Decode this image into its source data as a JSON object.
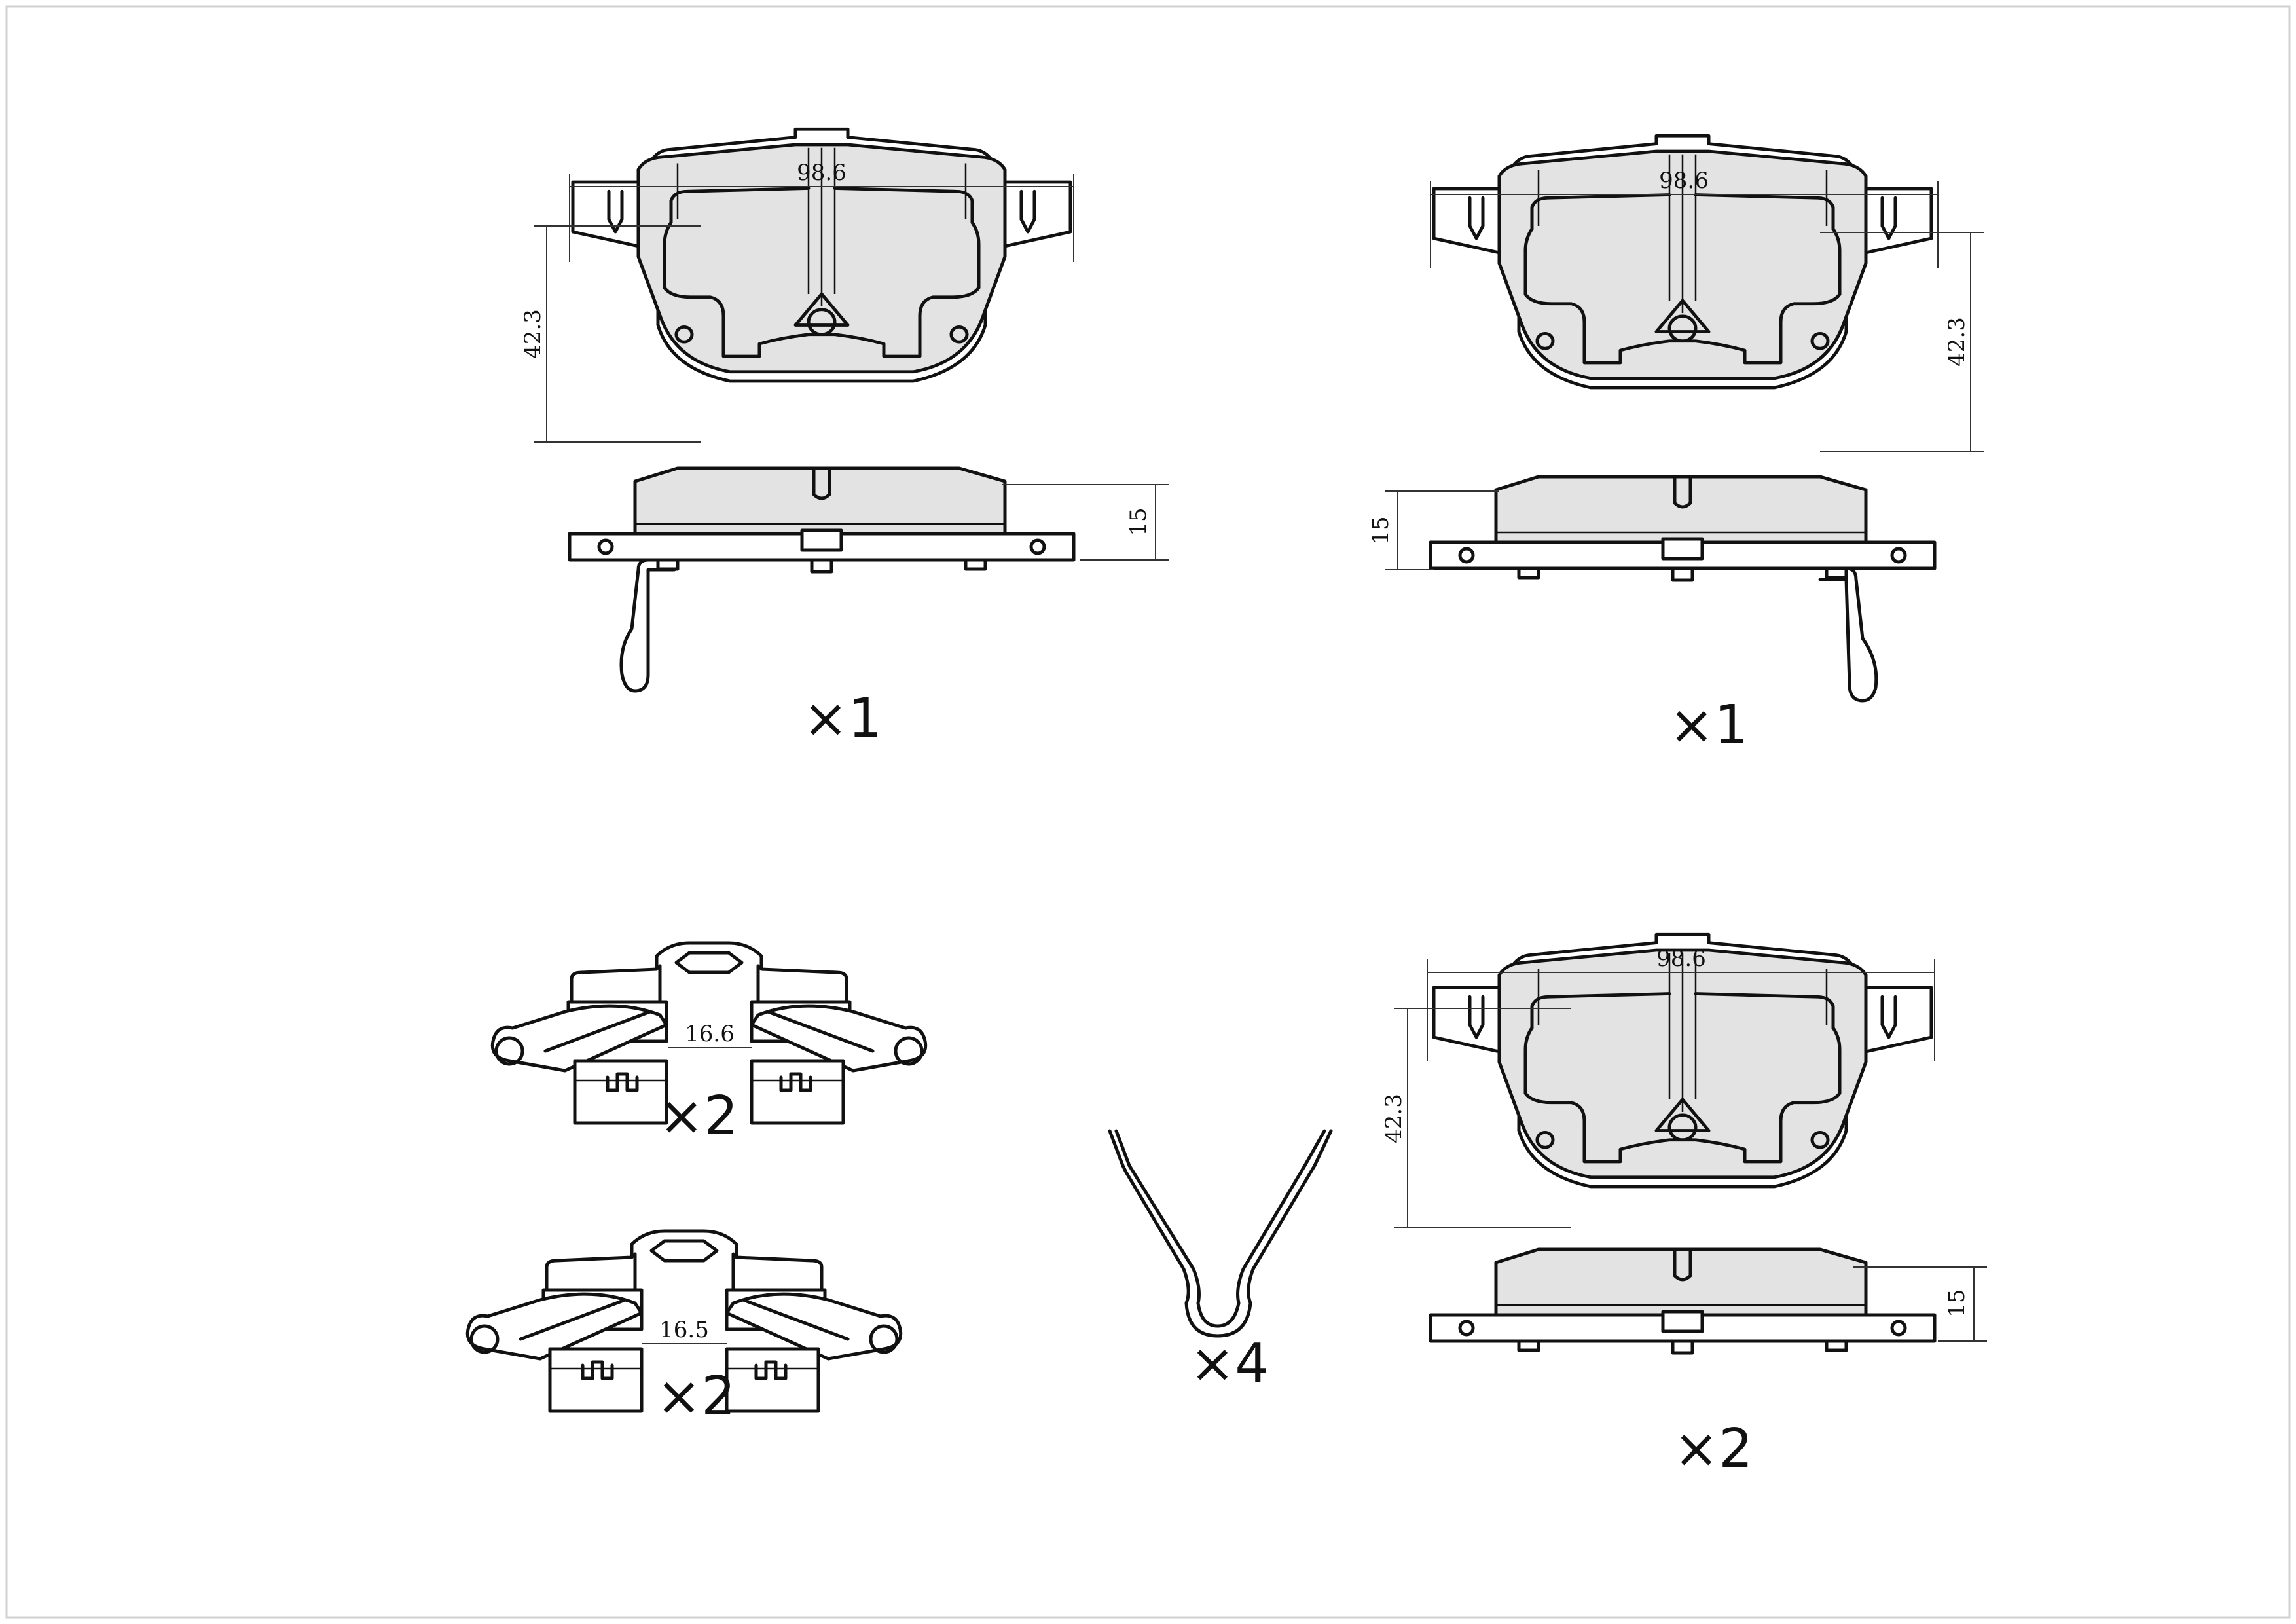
{
  "drawing": {
    "pad_top_left": {
      "width_dim": "98.6",
      "height_dim": "42.3",
      "thickness_dim": "15",
      "quantity": "×1"
    },
    "pad_top_right": {
      "width_dim": "98.6",
      "height_dim": "42.3",
      "thickness_dim": "15",
      "quantity": "×1"
    },
    "pad_bottom_right": {
      "width_dim": "98.6",
      "height_dim": "42.3",
      "thickness_dim": "15",
      "quantity": "×2"
    },
    "clip_upper": {
      "gap_dim": "16.6",
      "quantity": "×2"
    },
    "clip_lower": {
      "gap_dim": "16.5",
      "quantity": "×2"
    },
    "spring": {
      "quantity": "×4"
    }
  },
  "colors": {
    "friction_material": "#e3e3e3",
    "outline": "#111111"
  }
}
